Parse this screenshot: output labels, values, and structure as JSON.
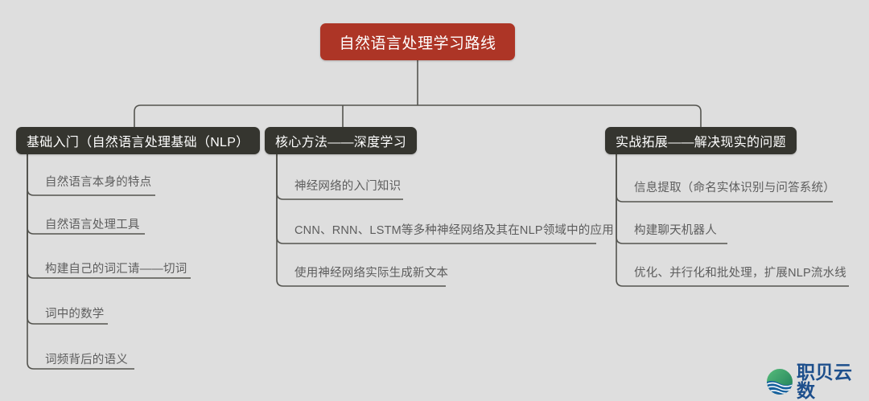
{
  "document": {
    "type": "mindmap",
    "background_color": "#dedede",
    "root_color": "#ad3526",
    "branch_color": "#35352f",
    "leaf_text_color": "#5d5d5d",
    "connector_color": "#54544f"
  },
  "root": {
    "label": "自然语言处理学习路线"
  },
  "branches": [
    {
      "label": "基础入门（自然语言处理基础（NLP）",
      "leaves": [
        {
          "label": "自然语言本身的特点"
        },
        {
          "label": "自然语言处理工具"
        },
        {
          "label": "构建自己的词汇请——切词"
        },
        {
          "label": "词中的数学"
        },
        {
          "label": "词频背后的语义"
        }
      ]
    },
    {
      "label": "核心方法——深度学习",
      "leaves": [
        {
          "label": "神经网络的入门知识"
        },
        {
          "label": "CNN、RNN、LSTM等多种神经网络及其在NLP领域中的应用"
        },
        {
          "label": "使用神经网络实际生成新文本"
        }
      ]
    },
    {
      "label": "实战拓展——解决现实的问题",
      "leaves": [
        {
          "label": "信息提取（命名实体识别与问答系统）"
        },
        {
          "label": "构建聊天机器人"
        },
        {
          "label": "优化、并行化和批处理，扩展NLP流水线"
        }
      ]
    }
  ],
  "watermark": {
    "brand_name": "职贝云数",
    "icon": "wave-circle-logo-icon",
    "text_color": "#1d4f8c",
    "icon_colors": {
      "top": "#3da35d",
      "bottom": "#1f6fb2"
    }
  }
}
